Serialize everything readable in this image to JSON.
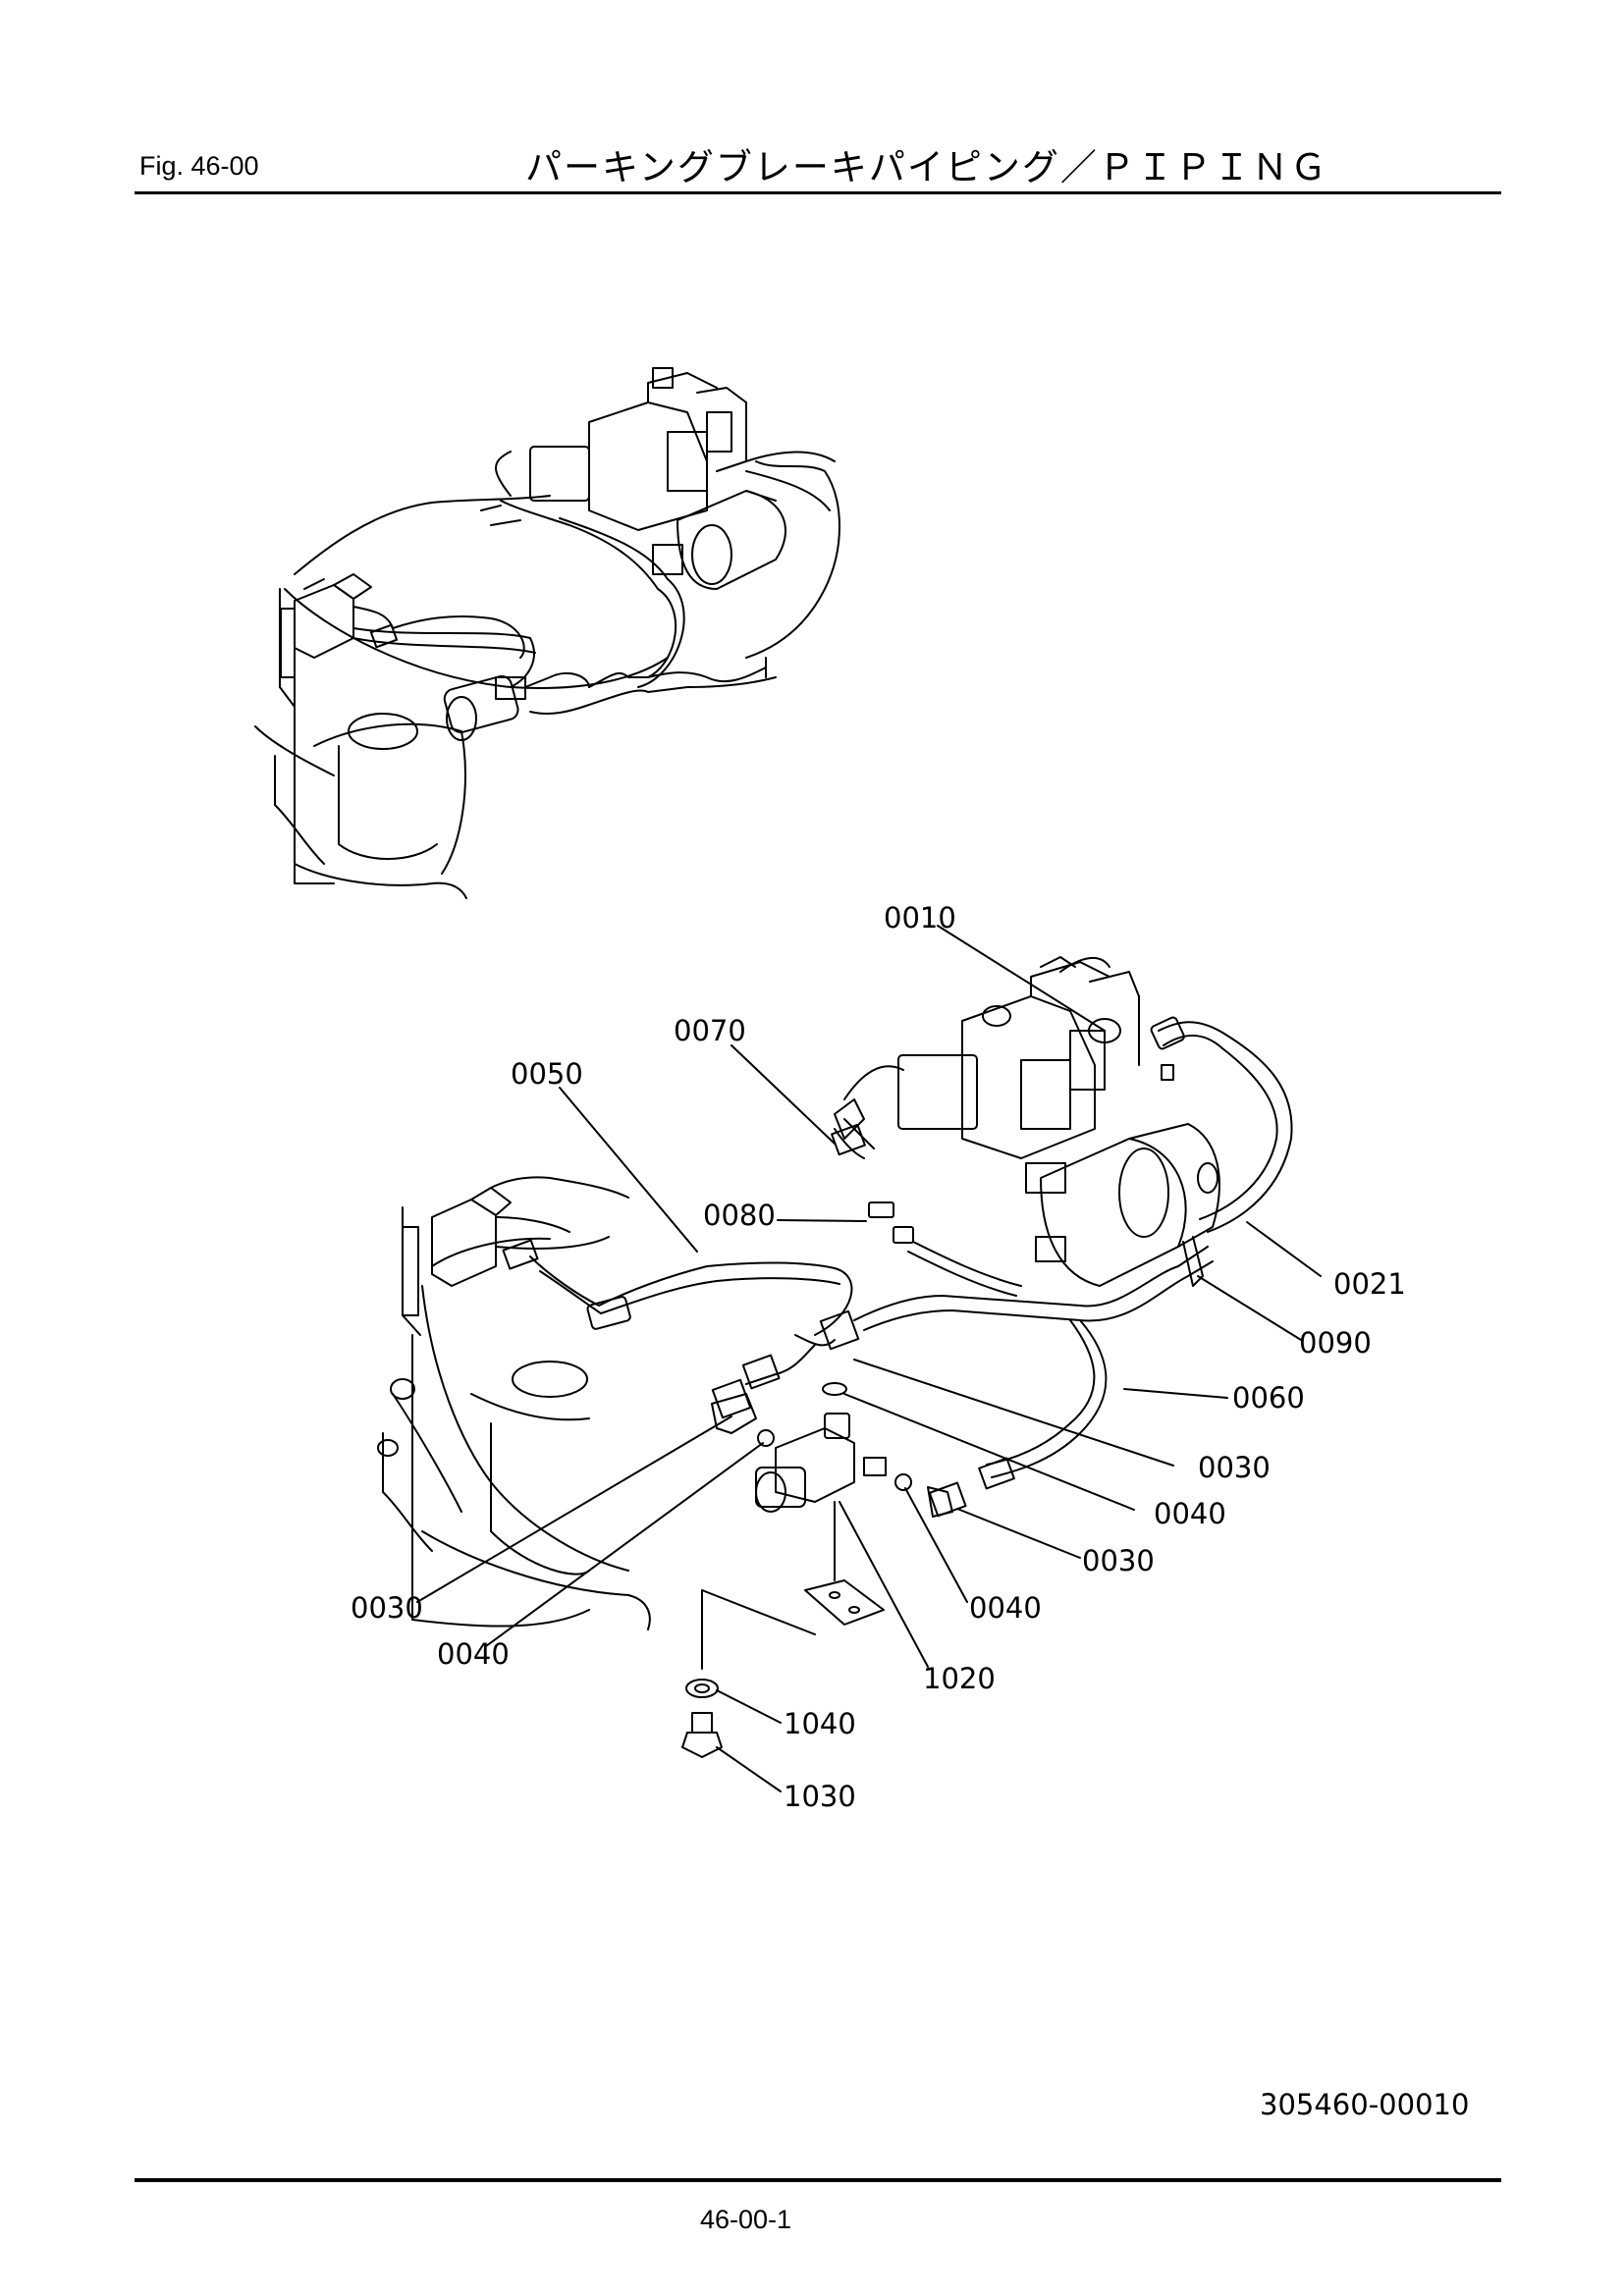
{
  "header": {
    "fig_label": "Fig.  46-00",
    "title": "パーキングブレーキパイピング／ＰＩＰＩＮＧ"
  },
  "callouts": {
    "c0010": "0010",
    "c0070": "0070",
    "c0050": "0050",
    "c0080": "0080",
    "c0021": "0021",
    "c0090": "0090",
    "c0060": "0060",
    "c0030a": "0030",
    "c0040a": "0040",
    "c0030b": "0030",
    "c0030c": "0030",
    "c0040b": "0040",
    "c0040c": "0040",
    "c1020": "1020",
    "c1040": "1040",
    "c1030": "1030"
  },
  "footer": {
    "drawing_number": "305460-00010",
    "page_number": "46-00-1"
  }
}
